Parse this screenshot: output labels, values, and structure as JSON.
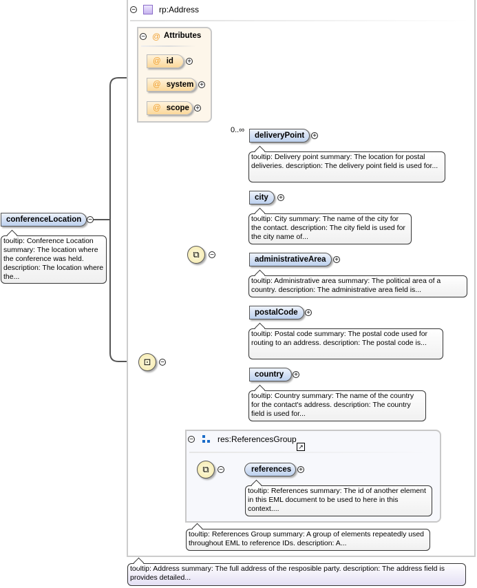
{
  "address": {
    "title": "rp:Address",
    "tooltip": "tooltip: Address summary: The full address of the resposible party. description: The address field is provides detailed..."
  },
  "attributes": {
    "title": "Attributes",
    "items": [
      {
        "label": "id"
      },
      {
        "label": "system"
      },
      {
        "label": "scope"
      }
    ]
  },
  "root": {
    "label": "conferenceLocation",
    "tooltip": "tooltip: Conference Location summary: The location where the conference was held. description: The location where the..."
  },
  "occurrence": "0..∞",
  "elements": [
    {
      "label": "deliveryPoint",
      "tooltip": "tooltip: Delivery point summary: The location for postal deliveries. description: The delivery point field is used for..."
    },
    {
      "label": "city",
      "tooltip": "tooltip: City summary: The name of the city for the contact. description: The city field is used for the city name of..."
    },
    {
      "label": "administrativeArea",
      "tooltip": "tooltip: Administrative area summary: The political area of a country. description: The administrative area field is..."
    },
    {
      "label": "postalCode",
      "tooltip": "tooltip: Postal code summary: The postal code used for routing to an address. description: The postal code is..."
    },
    {
      "label": "country",
      "tooltip": "tooltip: Country summary: The name of the country for the contact's address. description: The country field is used for..."
    }
  ],
  "refgroup": {
    "title": "res:ReferencesGroup",
    "tooltip": "tooltip: References Group summary: A group of elements repeatedly used throughout EML to reference IDs. description: A...",
    "element": {
      "label": "references",
      "tooltip": "tooltip: References summary: The id of another element in this EML document to be used to here in this context...."
    }
  }
}
